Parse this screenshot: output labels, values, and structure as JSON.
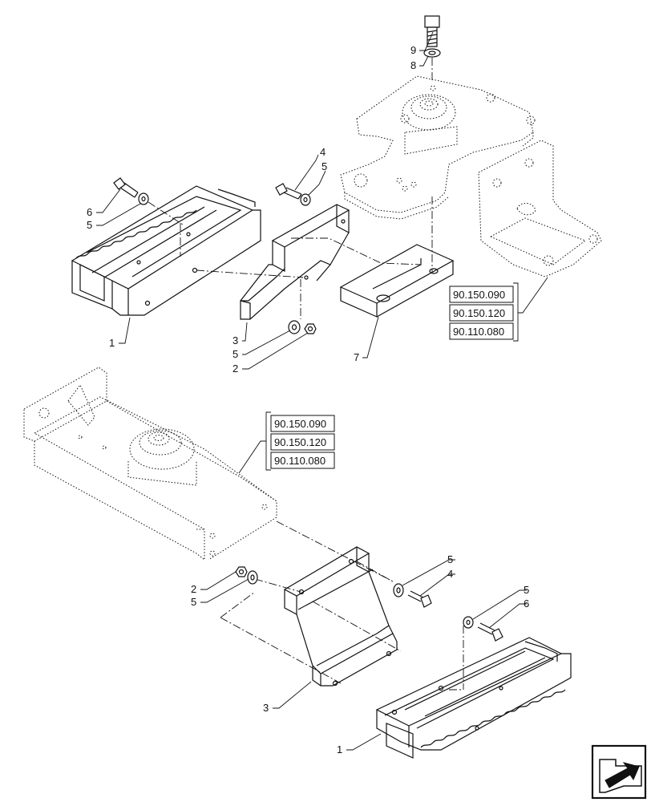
{
  "callouts_top": [
    "9",
    "8",
    "4",
    "5",
    "6",
    "5",
    "1",
    "3",
    "5",
    "2",
    "7"
  ],
  "callouts_bottom": [
    "5",
    "4",
    "2",
    "5",
    "5",
    "6",
    "3",
    "1"
  ],
  "refs_top": [
    "90.150.090",
    "90.150.120",
    "90.110.080"
  ],
  "refs_bottom": [
    "90.150.090",
    "90.150.120",
    "90.110.080"
  ],
  "nav_icon": "next-page-arrow-icon"
}
